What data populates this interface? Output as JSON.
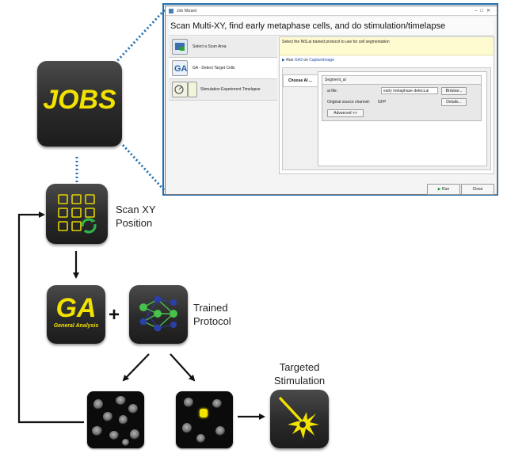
{
  "jobs_tile": {
    "text": "JOBS"
  },
  "scan_label": [
    "Scan XY",
    "Position"
  ],
  "ga_tile": {
    "text": "GA",
    "subtext": "General Analysis"
  },
  "plus": "+",
  "trained_label": [
    "Trained",
    "Protocol"
  ],
  "targeted_label": [
    "Targeted",
    "Stimulation"
  ],
  "wizard": {
    "window_title": "Job Wizard",
    "heading": "Scan Multi-XY, find early metaphase cells, and do stimulation/timelapse",
    "steps": [
      "Select a Scan Area",
      "GA - Detect Target Cells",
      "Stimulation Experiment Timelapse"
    ],
    "hint": "Select the NIS.ai trained protocol to use for cell segmentation",
    "run_prefix": "Run",
    "run_ga": "GA3",
    "run_on": "on",
    "run_target": "CaptureImage",
    "tab_label": "Choose AI ...",
    "segment_title": "Segment_ai",
    "ai_file_label": "ai file:",
    "ai_file_value": "early metaphase detect.ai",
    "browse_label": "Browse...",
    "source_channel_label": "Original source channel:",
    "source_channel_value": "GFP",
    "details_label": "Details...",
    "advanced_label": "Advanced >>",
    "run_button": "Run",
    "close_button": "Close"
  },
  "colors": {
    "accent_yellow": "#f2e200",
    "tile_dark": "#2a2a2a",
    "dotted_blue": "#1f6fb2",
    "window_border": "#1f6fb2"
  }
}
